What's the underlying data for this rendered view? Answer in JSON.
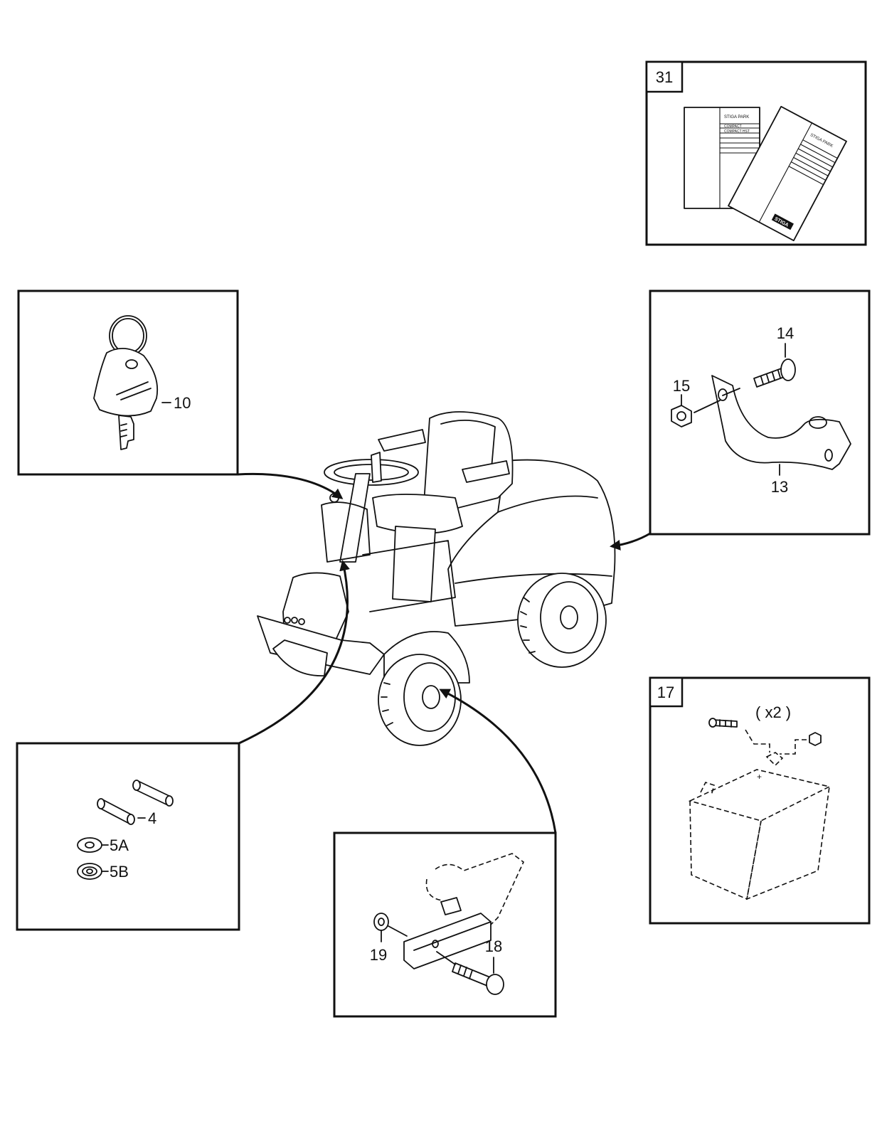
{
  "callouts": {
    "c31": "31",
    "c10": "10",
    "c14": "14",
    "c15": "15",
    "c13": "13",
    "c17": "17",
    "cx2": "( x2 )",
    "c4": "4",
    "c5a": "5A",
    "c5b": "5B",
    "c19": "19",
    "c18": "18"
  },
  "manual": {
    "brand_left": "STIGA PARK",
    "line1_left": "COMPACT",
    "line2_left": "COMPACT HST",
    "brand_right": "STIGA PARK",
    "logo": "STIGA"
  }
}
